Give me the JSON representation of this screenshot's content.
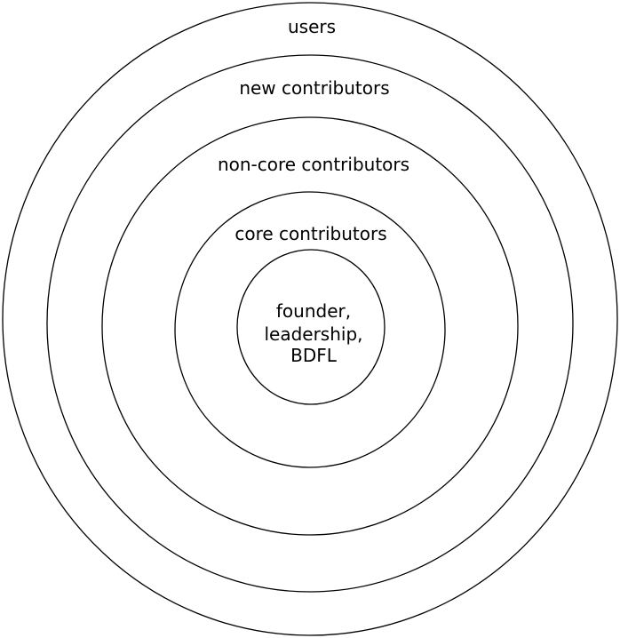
{
  "diagram": {
    "rings": [
      {
        "label": "users"
      },
      {
        "label": "new contributors"
      },
      {
        "label": "non-core contributors"
      },
      {
        "label": "core contributors"
      },
      {
        "label_lines": [
          "founder,",
          "leadership,",
          "BDFL"
        ]
      }
    ]
  }
}
